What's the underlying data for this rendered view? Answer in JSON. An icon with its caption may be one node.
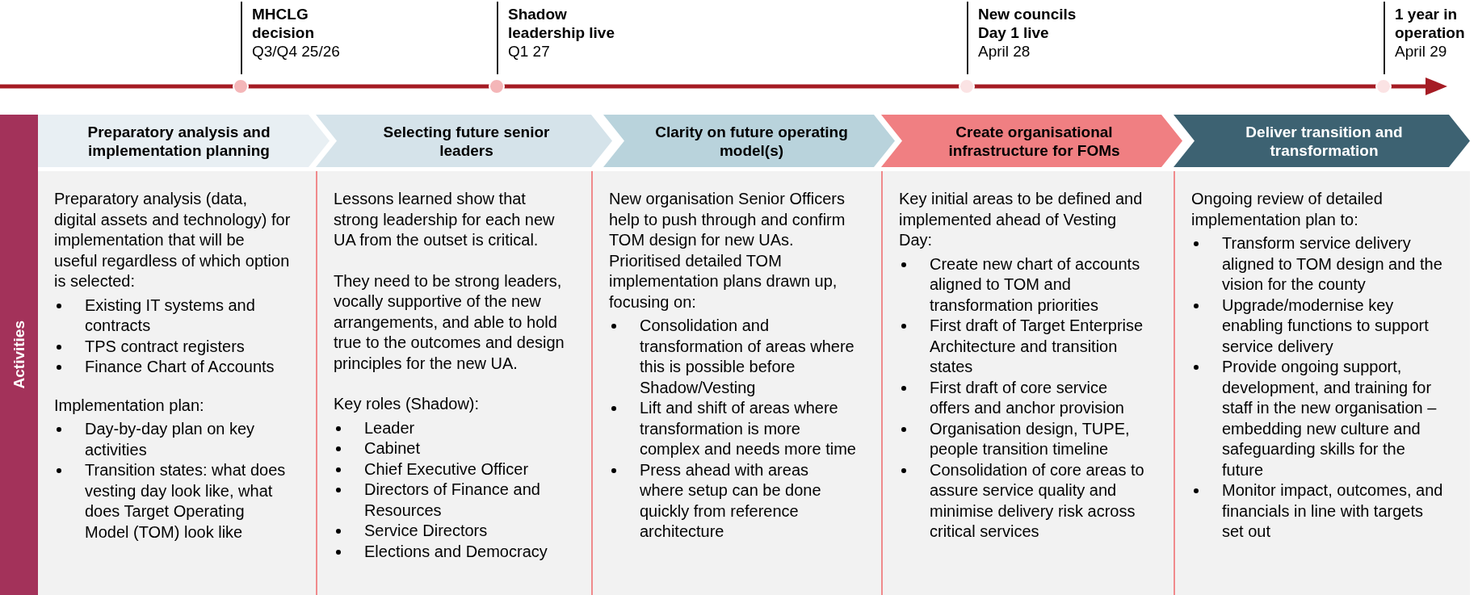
{
  "diagram": {
    "nodes": [
      {
        "text": [
          "MHCLG decision",
          "Q3/Q4 25/26"
        ]
      },
      {
        "text": [
          "Shadow leadership live",
          "Q1 27"
        ]
      },
      {
        "text": [
          "New councils Day 1 live",
          "April 28"
        ]
      },
      {
        "text": [
          "1 year in operation",
          "April 29"
        ]
      },
      {
        "text": [
          "Activities"
        ]
      },
      {
        "text": [
          "Preparatory analysis and implementation planning"
        ]
      },
      {
        "text": [
          "Selecting future senior leaders"
        ]
      },
      {
        "text": [
          "Clarity on future operating model(s)"
        ]
      },
      {
        "text": [
          "Create organisational infrastructure for FOMs"
        ]
      },
      {
        "text": [
          "Deliver transition and transformation"
        ]
      },
      {
        "text": [
          "Preparatory analysis (data, digital assets and technology) for implementation that will be useful regardless of which option is selected:",
          "Existing IT systems and contracts",
          "TPS contract registers",
          "Finance Chart of Accounts",
          "Implementation plan:",
          "Day-by-day plan on key activities",
          "Transition states: what does vesting day look like, what does Target Operating Model (TOM) look like"
        ]
      },
      {
        "text": [
          "Lessons learned show that strong leadership for each new UA from the outset is critical.",
          "They need to be strong leaders, vocally supportive of the new arrangements, and able to hold true to the outcomes and design principles for the new UA.",
          "Key roles (Shadow):",
          "Leader",
          "Cabinet",
          "Chief Executive Officer",
          "Directors of Finance and Resources",
          "Service Directors",
          "Elections and Democracy"
        ]
      },
      {
        "text": [
          "New organisation Senior Officers help to push through and confirm TOM design for new UAs.",
          "Prioritised detailed TOM implementation plans drawn up, focusing on:",
          "Consolidation and transformation of areas where this is possible before Shadow/Vesting",
          "Lift and shift of areas where transformation is more complex and needs more time",
          "Press ahead with areas where setup can be done quickly from reference architecture"
        ]
      },
      {
        "text": [
          "Key initial areas to be defined and implemented ahead of Vesting Day:",
          "Create new chart of accounts aligned to TOM and transformation priorities",
          "First draft of Target Enterprise Architecture and transition states",
          "First draft of core service offers and anchor provision",
          "Organisation design, TUPE, people transition timeline",
          "Consolidation of core areas to assure service quality and minimise delivery risk across critical services"
        ]
      },
      {
        "text": [
          "Ongoing review of detailed implementation plan to:",
          "Transform service delivery aligned to TOM design and the vision for the county",
          "Upgrade/modernise key enabling functions to support service delivery",
          "Provide ongoing support, development, and training for staff in the new organisation – embedding new culture and safeguarding skills for the future",
          "Monitor impact, outcomes, and financials in line with targets set out"
        ]
      }
    ]
  }
}
